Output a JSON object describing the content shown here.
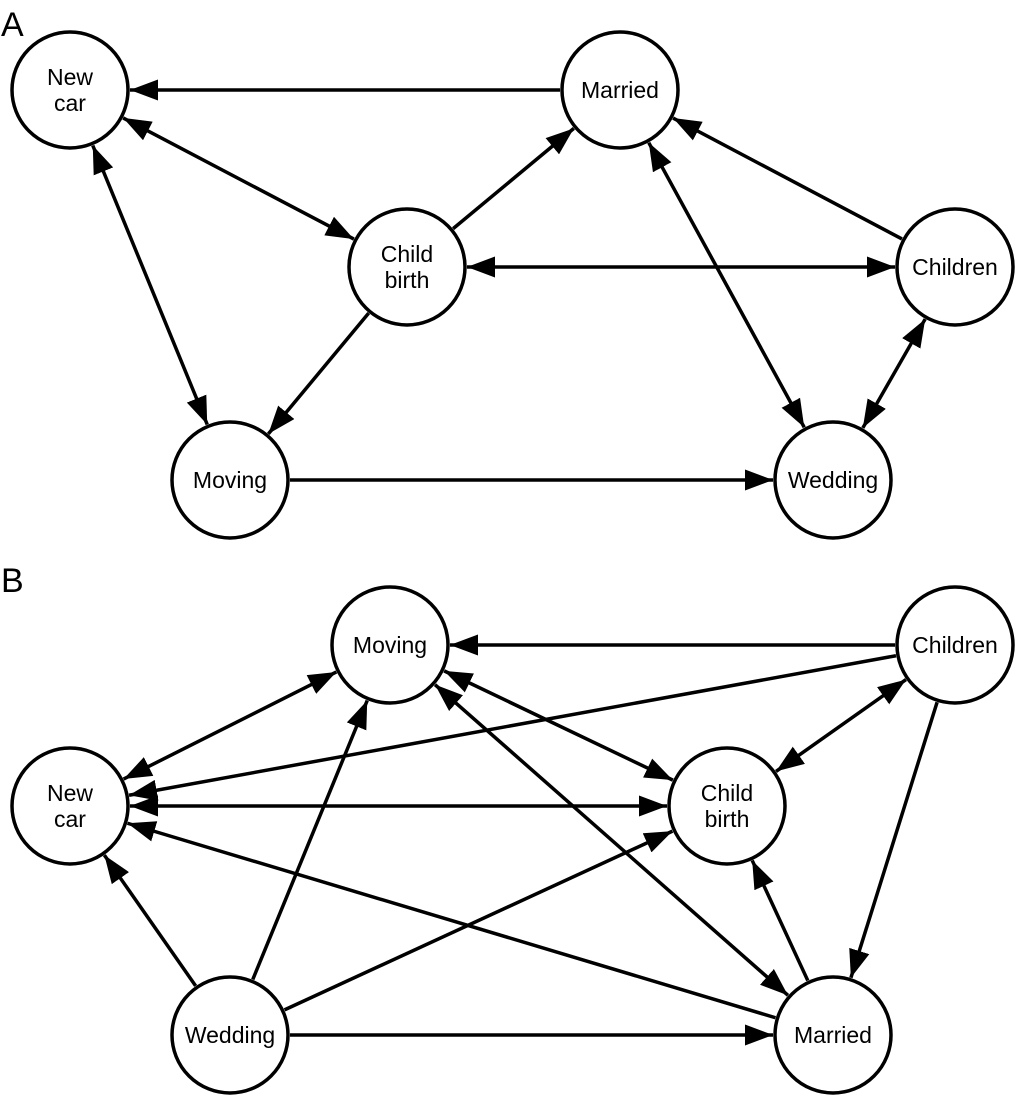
{
  "colors": {
    "ink": "#000000",
    "background": "#ffffff"
  },
  "panels": [
    {
      "label": "A",
      "nodes": [
        {
          "id": "newcar",
          "lines": [
            "New",
            "car"
          ]
        },
        {
          "id": "married",
          "lines": [
            "Married"
          ]
        },
        {
          "id": "childbirth",
          "lines": [
            "Child",
            "birth"
          ]
        },
        {
          "id": "children",
          "lines": [
            "Children"
          ]
        },
        {
          "id": "moving",
          "lines": [
            "Moving"
          ]
        },
        {
          "id": "wedding",
          "lines": [
            "Wedding"
          ]
        }
      ],
      "edges": [
        {
          "from": "married",
          "to": "newcar",
          "bidirectional": false
        },
        {
          "from": "newcar",
          "to": "childbirth",
          "bidirectional": true
        },
        {
          "from": "newcar",
          "to": "moving",
          "bidirectional": true
        },
        {
          "from": "childbirth",
          "to": "married",
          "bidirectional": false
        },
        {
          "from": "childbirth",
          "to": "children",
          "bidirectional": true
        },
        {
          "from": "childbirth",
          "to": "moving",
          "bidirectional": false
        },
        {
          "from": "children",
          "to": "married",
          "bidirectional": false
        },
        {
          "from": "married",
          "to": "wedding",
          "bidirectional": true
        },
        {
          "from": "children",
          "to": "wedding",
          "bidirectional": true
        },
        {
          "from": "moving",
          "to": "wedding",
          "bidirectional": false
        }
      ]
    },
    {
      "label": "B",
      "nodes": [
        {
          "id": "moving",
          "lines": [
            "Moving"
          ]
        },
        {
          "id": "children",
          "lines": [
            "Children"
          ]
        },
        {
          "id": "newcar",
          "lines": [
            "New",
            "car"
          ]
        },
        {
          "id": "childbirth",
          "lines": [
            "Child",
            "birth"
          ]
        },
        {
          "id": "wedding",
          "lines": [
            "Wedding"
          ]
        },
        {
          "id": "married",
          "lines": [
            "Married"
          ]
        }
      ],
      "edges": [
        {
          "from": "children",
          "to": "moving",
          "bidirectional": false
        },
        {
          "from": "children",
          "to": "newcar",
          "bidirectional": false
        },
        {
          "from": "newcar",
          "to": "moving",
          "bidirectional": true
        },
        {
          "from": "moving",
          "to": "childbirth",
          "bidirectional": true
        },
        {
          "from": "moving",
          "to": "married",
          "bidirectional": true
        },
        {
          "from": "children",
          "to": "childbirth",
          "bidirectional": true
        },
        {
          "from": "children",
          "to": "married",
          "bidirectional": false
        },
        {
          "from": "newcar",
          "to": "childbirth",
          "bidirectional": true
        },
        {
          "from": "married",
          "to": "newcar",
          "bidirectional": false
        },
        {
          "from": "married",
          "to": "childbirth",
          "bidirectional": false
        },
        {
          "from": "wedding",
          "to": "newcar",
          "bidirectional": false
        },
        {
          "from": "wedding",
          "to": "moving",
          "bidirectional": false
        },
        {
          "from": "wedding",
          "to": "childbirth",
          "bidirectional": false
        },
        {
          "from": "wedding",
          "to": "married",
          "bidirectional": false
        }
      ]
    }
  ]
}
